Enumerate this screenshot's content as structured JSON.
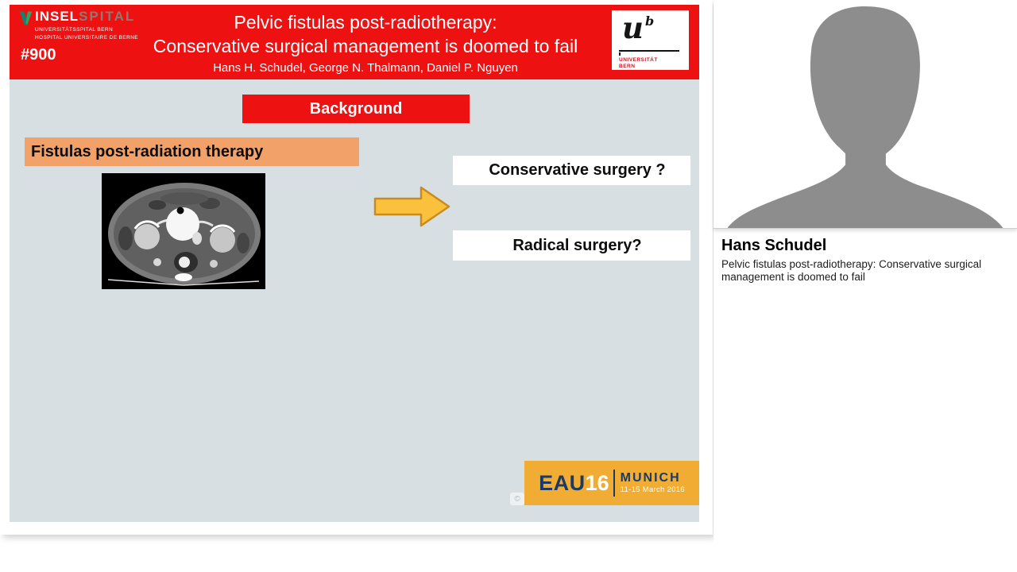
{
  "slide": {
    "number": "#900",
    "hospital_logo": {
      "name_primary": "INSEL",
      "name_secondary": "SPITAL",
      "subtitle_line1": "UNIVERSITÄTSSPITAL BERN",
      "subtitle_line2": "HOSPITAL UNIVERSITAIRE DE BERNE"
    },
    "title_line1": "Pelvic fistulas post-radiotherapy:",
    "title_line2": "Conservative surgical management is doomed to fail",
    "authors": "Hans H. Schudel, George N. Thalmann, Daniel P. Nguyen",
    "university_logo": {
      "letter": "u",
      "superscript": "b",
      "label_line1": "UNIVERSITÄT",
      "label_line2": "BERN"
    },
    "section_banner": "Background",
    "topic_banner": "Fistulas post-radiation therapy",
    "options": [
      {
        "label": "Conservative surgery ?"
      },
      {
        "label": "Radical surgery?"
      }
    ],
    "footer_logo": {
      "brand": "EAU",
      "year": "16",
      "city": "MUNICH",
      "dates": "11-15 March 2016"
    }
  },
  "speaker_panel": {
    "name": "Hans Schudel",
    "talk_title": "Pelvic fistulas post-radiotherapy: Conservative surgical management is doomed to fail"
  },
  "colors": {
    "header_red": "#ee1111",
    "slide_bg": "#d8dfe3",
    "topic_orange": "#f2a169",
    "arrow_gold": "#fcc13c",
    "arrow_border": "#c98a1e",
    "eau_gold": "#f1ad33",
    "eau_navy": "#1b3a67",
    "avatar_gray": "#8d8d8d",
    "university_red": "#d40f1e"
  }
}
